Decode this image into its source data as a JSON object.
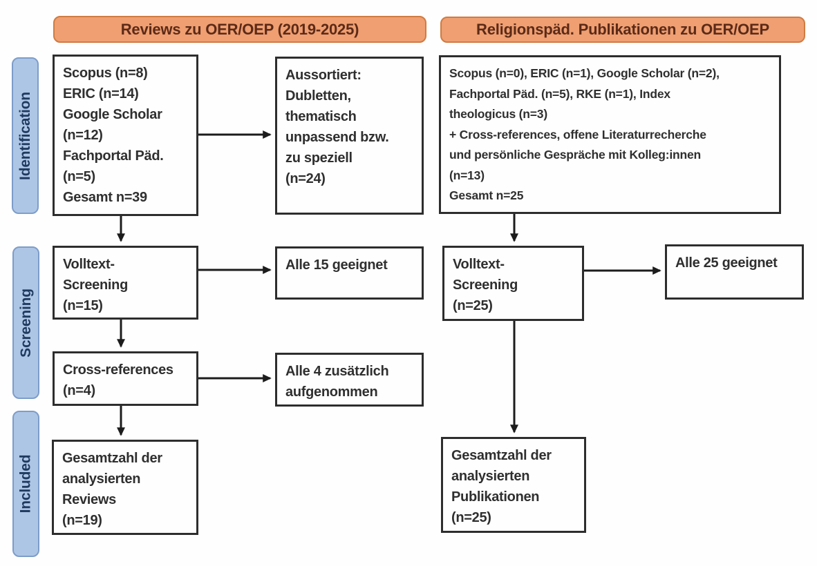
{
  "colors": {
    "header_fill": "#EF9F71",
    "header_border": "#D07B42",
    "header_text": "#5C2A18",
    "stage_fill": "#AEC6E6",
    "stage_border": "#7D9DC9",
    "stage_text": "#1E3A5F",
    "box_border": "#2D2D2D",
    "box_text": "#2F2F2F",
    "arrow": "#1C1C1C"
  },
  "headers": {
    "left": "Reviews zu OER/OEP (2019-2025)",
    "right": "Religionspäd. Publikationen zu OER/OEP"
  },
  "stages": {
    "identification": "Identification",
    "screening": "Screening",
    "included": "Included"
  },
  "boxes": {
    "left_sources": "Scopus (n=8)\nERIC (n=14)\nGoogle Scholar\n(n=12)\nFachportal Päd.\n(n=5)\nGesamt n=39",
    "left_excluded": "Aussortiert:\nDubletten,\nthematisch\nunpassend bzw.\nzu speziell\n(n=24)",
    "left_fulltext": "Volltext-\nScreening\n(n=15)",
    "left_fulltext_result": "Alle 15 geeignet",
    "left_crossref": "Cross-references\n(n=4)",
    "left_crossref_result": "Alle 4 zusätzlich\naufgenommen",
    "left_included": "Gesamtzahl der\nanalysierten\nReviews\n(n=19)",
    "right_sources": "Scopus (n=0), ERIC (n=1), Google Scholar (n=2),\nFachportal Päd. (n=5), RKE (n=1), Index\ntheologicus (n=3)\n+ Cross-references, offene Literaturrecherche\nund persönliche Gespräche mit Kolleg:innen\n(n=13)\nGesamt n=25",
    "right_fulltext": "Volltext-\nScreening\n(n=25)",
    "right_fulltext_result": "Alle 25 geeignet",
    "right_included": "Gesamtzahl der\nanalysierten\nPublikationen\n(n=25)"
  }
}
